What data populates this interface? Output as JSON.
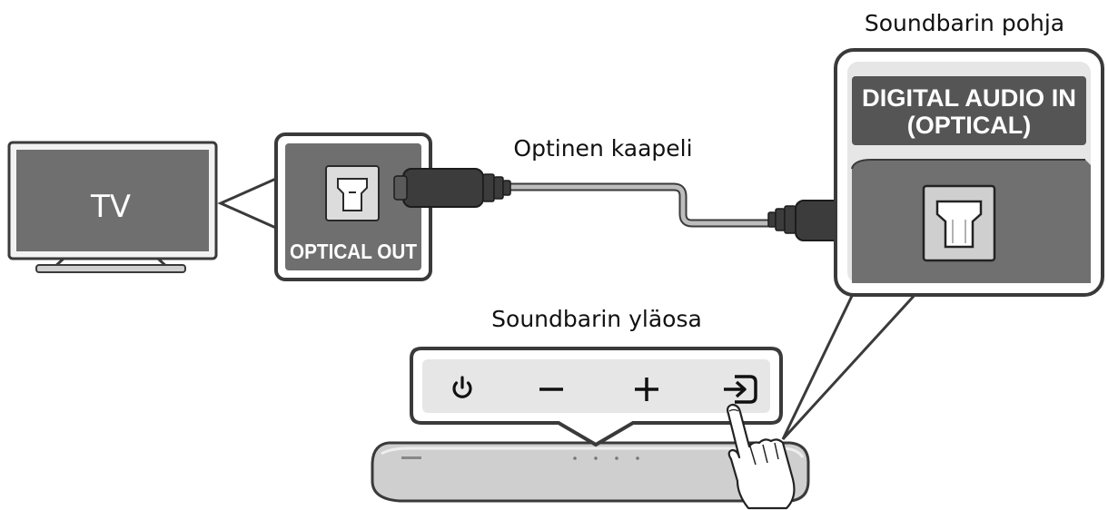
{
  "diagram": {
    "tv_label": "TV",
    "optical_out_label": "OPTICAL OUT",
    "cable_label": "Optinen kaapeli",
    "soundbar_bottom_label": "Soundbarin pohja",
    "digital_audio_in_line1": "DIGITAL AUDIO IN",
    "digital_audio_in_line2": "(OPTICAL)",
    "soundbar_top_label": "Soundbarin yläosa",
    "soundbar_buttons": [
      {
        "name": "power",
        "icon": "power-icon"
      },
      {
        "name": "volume-down",
        "icon": "minus-icon"
      },
      {
        "name": "volume-up",
        "icon": "plus-icon"
      },
      {
        "name": "source",
        "icon": "source-input-icon"
      }
    ]
  },
  "colors": {
    "panel_gray": "#6f6f6f",
    "callout_border": "#3a3a3a",
    "light_gray": "#e6e6e6",
    "cable_gray": "#a8a8a8",
    "connector_dark": "#3c3c3c"
  }
}
